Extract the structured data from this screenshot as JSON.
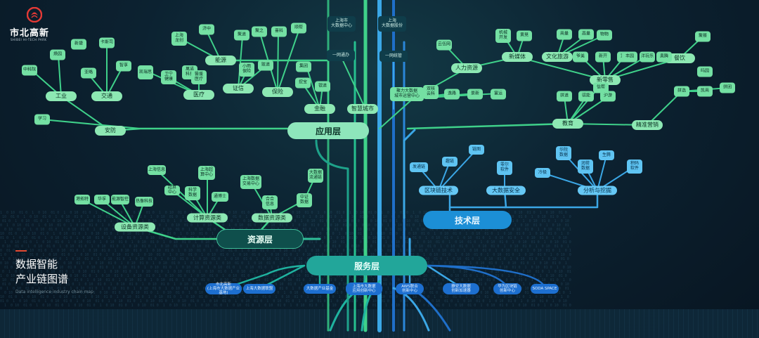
{
  "header": {
    "logo_cn": "市北高新",
    "logo_en": "SHIBEI HI-TECH PARK",
    "title_cn": "数据智能\n产业链图谱",
    "title_en": "Data intelligence industry chain map"
  },
  "layers": {
    "app": "应用层",
    "resource": "资源层",
    "tech": "技术层",
    "service": "服务层"
  },
  "app": {
    "categories": [
      "能源",
      "交通",
      "工业",
      "医疗",
      "证信",
      "保险",
      "金融",
      "安防",
      "智慧城市",
      "人力资源",
      "新媒体",
      "文化旅游",
      "新零售",
      "餐饮",
      "教育",
      "精准营销"
    ],
    "nodes": [
      "中科院",
      "焕园",
      "新捷",
      "卡斯司",
      "亚略",
      "智享",
      "凯瑞思",
      "卫宁\n健康",
      "萬诺\n科技",
      "上海\n龙创",
      "济中",
      "醫援\n医疗",
      "聚道",
      "聚之",
      "喜科",
      "顺帮",
      "小雨\n保险",
      "赃道",
      "集团",
      "挖宝",
      "银道",
      "机械\n开发",
      "黄晃",
      "商量",
      "一网通办",
      "一网统管",
      "高量",
      "上海市\n大数据中心",
      "上海\n大数据股份",
      "聚力大数据\n城市运营中心",
      "双核\n云科",
      "逸路",
      "景新",
      "富运",
      "云伍网",
      "拼道",
      "驭能",
      "沪游",
      "物物",
      "爷美",
      "新开",
      "室蒲",
      "洋玩乐",
      "奥腾",
      "聚餐",
      "凯商",
      "拼团",
      "拼选",
      "学习",
      "丰园",
      "信帮",
      "吗园"
    ]
  },
  "resource": {
    "categories": [
      "设备资源类",
      "计算资源类",
      "数据资源类"
    ],
    "nodes": [
      "港拓特",
      "华孚",
      "能源智控",
      "热像科技",
      "上海信息",
      "超算\n中心",
      "科学\n数据",
      "通博士",
      "上海超\n算中心",
      "上海数据\n交易中心",
      "合合\n信息",
      "中证\n数据",
      "大数据\n流通链"
    ]
  },
  "tech": {
    "categories": [
      "区块链技术",
      "大数据安全",
      "分析与挖掘"
    ],
    "nodes": [
      "发通链",
      "趣链",
      "链图",
      "零尔\n软件",
      "华院\n数据",
      "冷极",
      "润荷\n数据",
      "生腾",
      "积码\n软件"
    ]
  },
  "service": {
    "nodes": [
      "市北高新\n(上海市大数据产业基地)",
      "上海大数据联盟",
      "大数据产业基金",
      "上海市大数据\n应用创新中心",
      "AWS联合\n创新中心",
      "静安大数据\n创新加速器",
      "华为区块链\n创新中心",
      "SODA SPACE"
    ]
  },
  "colors": {
    "green": "#74e0a3",
    "blue": "#5fc4f2",
    "service_blue": "#1d6fd0",
    "title_red": "#e44a32"
  }
}
